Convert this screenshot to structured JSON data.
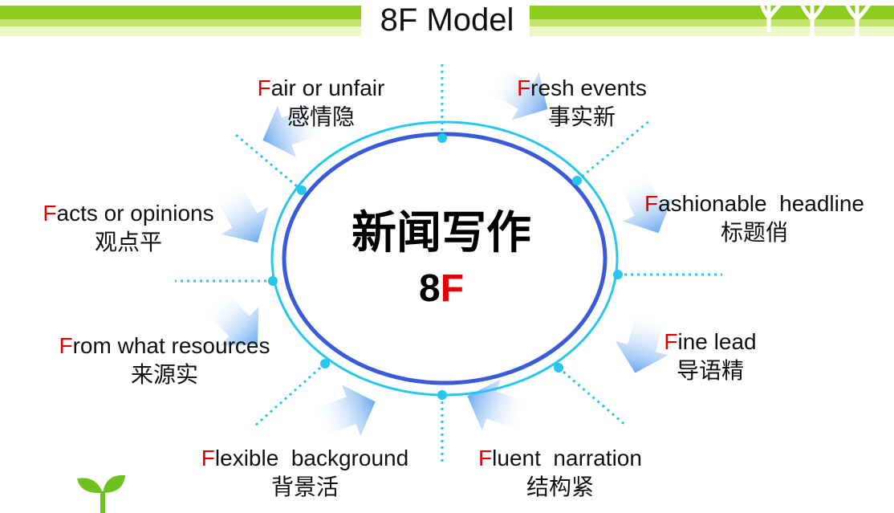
{
  "title": "8F Model",
  "center": {
    "main": "新闻写作",
    "sub_number": "8",
    "sub_letter": "F"
  },
  "items": [
    {
      "first": "F",
      "rest": "air or unfair",
      "zh": "感情隐"
    },
    {
      "first": "F",
      "rest": "resh events",
      "zh": "事实新"
    },
    {
      "first": "F",
      "rest": "ashionable  headline",
      "zh": "标题俏"
    },
    {
      "first": "F",
      "rest": "ine lead",
      "zh": "导语精"
    },
    {
      "first": "F",
      "rest": "luent  narration",
      "zh": "结构紧"
    },
    {
      "first": "F",
      "rest": "lexible  background",
      "zh": "背景活"
    },
    {
      "first": "F",
      "rest": "rom what resources",
      "zh": "来源实"
    },
    {
      "first": "F",
      "rest": "acts or opinions",
      "zh": "观点平"
    }
  ],
  "colors": {
    "header_green": "#8ccc1e",
    "outer_ring": "#27c6ef",
    "inner_ring": "#3a5bd9",
    "accent_red": "#e00000",
    "arrow_blue": "#7fb4f2",
    "sprout_green": "#6ec11e"
  }
}
